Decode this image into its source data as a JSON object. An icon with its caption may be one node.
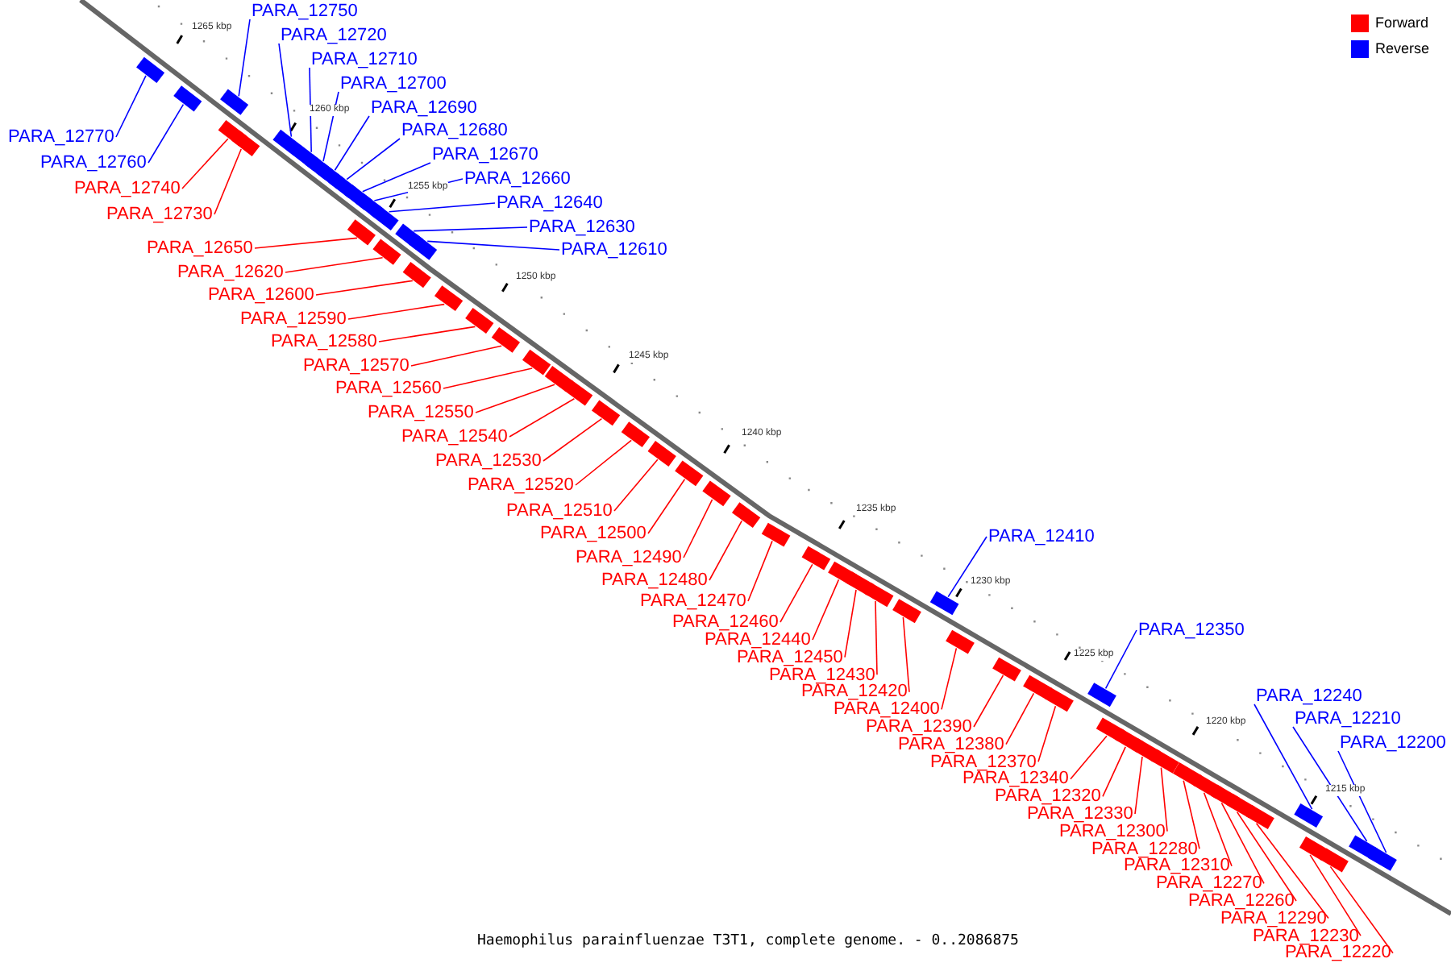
{
  "diagram": {
    "caption": "Haemophilus parainfluenzae T3T1, complete genome. - 0..2086875",
    "nodes": [
      {
        "text": [
          "PARA_12750"
        ]
      },
      {
        "text": [
          "PARA_12720"
        ]
      },
      {
        "text": [
          "PARA_12710"
        ]
      },
      {
        "text": [
          "PARA_12700"
        ]
      },
      {
        "text": [
          "PARA_12690"
        ]
      },
      {
        "text": [
          "PARA_12680"
        ]
      },
      {
        "text": [
          "PARA_12770"
        ]
      },
      {
        "text": [
          "PARA_12670"
        ]
      },
      {
        "text": [
          "PARA_12760"
        ]
      },
      {
        "text": [
          "PARA_12660"
        ]
      },
      {
        "text": [
          "PARA_12740"
        ]
      },
      {
        "text": [
          "PARA_12640"
        ]
      },
      {
        "text": [
          "PARA_12730"
        ]
      },
      {
        "text": [
          "PARA_12630"
        ]
      },
      {
        "text": [
          "PARA_12650"
        ]
      },
      {
        "text": [
          "PARA_12610"
        ]
      },
      {
        "text": [
          "PARA_12620"
        ]
      },
      {
        "text": [
          "PARA_12600"
        ]
      },
      {
        "text": [
          "PARA_12590"
        ]
      },
      {
        "text": [
          "PARA_12580"
        ]
      },
      {
        "text": [
          "PARA_12570"
        ]
      },
      {
        "text": [
          "PARA_12560"
        ]
      },
      {
        "text": [
          "PARA_12550"
        ]
      },
      {
        "text": [
          "PARA_12540"
        ]
      },
      {
        "text": [
          "PARA_12530"
        ]
      },
      {
        "text": [
          "PARA_12520"
        ]
      },
      {
        "text": [
          "PARA_12510"
        ]
      },
      {
        "text": [
          "PARA_12500"
        ]
      },
      {
        "text": [
          "PARA_12410"
        ]
      },
      {
        "text": [
          "PARA_12490"
        ]
      },
      {
        "text": [
          "PARA_12480"
        ]
      },
      {
        "text": [
          "PARA_12470"
        ]
      },
      {
        "text": [
          "PARA_12460"
        ]
      },
      {
        "text": [
          "PARA_12350"
        ]
      },
      {
        "text": [
          "PARA_12440"
        ]
      },
      {
        "text": [
          "PARA_12450"
        ]
      },
      {
        "text": [
          "PARA_12420"
        ]
      },
      {
        "text": [
          "PARA_12240"
        ]
      },
      {
        "text": [
          "PARA_12430"
        ]
      },
      {
        "text": [
          "PARA_12210"
        ]
      },
      {
        "text": [
          "PARA_12400"
        ]
      },
      {
        "text": [
          "PARA_12390"
        ]
      },
      {
        "text": [
          "PARA_12200"
        ]
      },
      {
        "text": [
          "PARA_12380"
        ]
      },
      {
        "text": [
          "PARA_12370"
        ]
      },
      {
        "text": [
          "PARA_12340"
        ]
      },
      {
        "text": [
          "PARA_12320"
        ]
      },
      {
        "text": [
          "PARA_12300"
        ]
      },
      {
        "text": [
          "PARA_12330"
        ]
      },
      {
        "text": [
          "PARA_12280"
        ]
      },
      {
        "text": [
          "PARA_12310"
        ]
      },
      {
        "text": [
          "PARA_12260"
        ]
      },
      {
        "text": [
          "PARA_12230"
        ]
      },
      {
        "text": [
          "PARA_12270"
        ]
      },
      {
        "text": [
          "PARA_12220"
        ]
      },
      {
        "text": [
          "PARA_12290"
        ]
      },
      {
        "text": [],
        "shape": "box"
      },
      {
        "text": [],
        "shape": "box"
      },
      {
        "text": [],
        "shape": "box"
      },
      {
        "text": [],
        "shape": "box"
      },
      {
        "text": [],
        "shape": "box"
      },
      {
        "text": [],
        "shape": "box"
      },
      {
        "text": [],
        "shape": "box"
      },
      {
        "text": [],
        "shape": "box"
      },
      {
        "text": [],
        "shape": "box"
      },
      {
        "text": [],
        "shape": "box"
      },
      {
        "text": [],
        "shape": "box"
      },
      {
        "text": [],
        "shape": "box"
      },
      {
        "text": [],
        "shape": "box"
      },
      {
        "text": [],
        "shape": "box"
      },
      {
        "text": [],
        "shape": "box"
      },
      {
        "text": [],
        "shape": "box"
      },
      {
        "text": [],
        "shape": "box"
      },
      {
        "text": [],
        "shape": "box"
      },
      {
        "text": [],
        "shape": "box"
      },
      {
        "text": [],
        "shape": "box"
      },
      {
        "text": [],
        "shape": "box"
      },
      {
        "text": [],
        "shape": "box"
      },
      {
        "text": [],
        "shape": "box"
      },
      {
        "text": [],
        "shape": "box"
      },
      {
        "text": [],
        "shape": "box"
      },
      {
        "text": [],
        "shape": "box"
      },
      {
        "text": [],
        "shape": "box"
      },
      {
        "text": [],
        "shape": "box"
      },
      {
        "text": [],
        "shape": "box"
      },
      {
        "text": [],
        "shape": "box"
      },
      {
        "text": [],
        "shape": "box"
      },
      {
        "text": [],
        "shape": "box"
      },
      {
        "text": [],
        "shape": "box"
      },
      {
        "text": [],
        "shape": "box"
      },
      {
        "text": [],
        "shape": "box"
      },
      {
        "text": [],
        "shape": "box"
      },
      {
        "text": [],
        "shape": "box"
      },
      {
        "text": [],
        "shape": "box"
      },
      {
        "text": [],
        "shape": "box"
      },
      {
        "text": [],
        "shape": "box"
      },
      {
        "text": [],
        "shape": "box"
      },
      {
        "text": [],
        "shape": "box"
      },
      {
        "text": [],
        "shape": "box"
      },
      {
        "text": [],
        "shape": "box"
      },
      {
        "text": [],
        "shape": "box"
      },
      {
        "text": [],
        "shape": "box"
      },
      {
        "text": [],
        "shape": "box"
      },
      {
        "text": [],
        "shape": "box"
      },
      {
        "text": [],
        "shape": "box"
      },
      {
        "text": [],
        "shape": "box"
      },
      {
        "text": [],
        "shape": "box"
      },
      {
        "text": [],
        "shape": "box"
      },
      {
        "text": [],
        "shape": "box"
      },
      {
        "text": [],
        "shape": "box"
      },
      {
        "text": [],
        "shape": "box"
      },
      {
        "text": [],
        "shape": "box"
      }
    ],
    "edges": [
      {
        "from": 0,
        "to": 56,
        "arrow": "none",
        "color": "#0000ff"
      },
      {
        "from": 1,
        "to": 57,
        "arrow": "none",
        "color": "#0000ff"
      },
      {
        "from": 2,
        "to": 58,
        "arrow": "none",
        "color": "#0000ff"
      },
      {
        "from": 3,
        "to": 59,
        "arrow": "none",
        "color": "#0000ff"
      },
      {
        "from": 4,
        "to": 60,
        "arrow": "none",
        "color": "#0000ff"
      },
      {
        "from": 5,
        "to": 61,
        "arrow": "none",
        "color": "#0000ff"
      },
      {
        "from": 6,
        "to": 62,
        "arrow": "none",
        "color": "#0000ff"
      },
      {
        "from": 7,
        "to": 63,
        "arrow": "none",
        "color": "#0000ff"
      },
      {
        "from": 8,
        "to": 64,
        "arrow": "none",
        "color": "#0000ff"
      },
      {
        "from": 9,
        "to": 65,
        "arrow": "none",
        "color": "#0000ff"
      },
      {
        "from": 10,
        "to": 66,
        "arrow": "none"
      },
      {
        "from": 11,
        "to": 67,
        "arrow": "none",
        "color": "#0000ff"
      },
      {
        "from": 12,
        "to": 68,
        "arrow": "none"
      },
      {
        "from": 13,
        "to": 69,
        "arrow": "none",
        "color": "#0000ff"
      },
      {
        "from": 14,
        "to": 70,
        "arrow": "none"
      },
      {
        "from": 15,
        "to": 71,
        "arrow": "none",
        "color": "#0000ff"
      },
      {
        "from": 16,
        "to": 72,
        "arrow": "none"
      },
      {
        "from": 17,
        "to": 73,
        "arrow": "none"
      },
      {
        "from": 18,
        "to": 74,
        "arrow": "none"
      },
      {
        "from": 19,
        "to": 75,
        "arrow": "none"
      },
      {
        "from": 20,
        "to": 76,
        "arrow": "none"
      },
      {
        "from": 21,
        "to": 77,
        "arrow": "none"
      },
      {
        "from": 22,
        "to": 78,
        "arrow": "none"
      },
      {
        "from": 23,
        "to": 79,
        "arrow": "none"
      },
      {
        "from": 24,
        "to": 80,
        "arrow": "none"
      },
      {
        "from": 25,
        "to": 81,
        "arrow": "none"
      },
      {
        "from": 26,
        "to": 82,
        "arrow": "none"
      },
      {
        "from": 27,
        "to": 83,
        "arrow": "none"
      },
      {
        "from": 28,
        "to": 84,
        "arrow": "none",
        "color": "#0000ff"
      },
      {
        "from": 29,
        "to": 85,
        "arrow": "none"
      },
      {
        "from": 30,
        "to": 86,
        "arrow": "none"
      },
      {
        "from": 31,
        "to": 87,
        "arrow": "none"
      },
      {
        "from": 32,
        "to": 88,
        "arrow": "none"
      },
      {
        "from": 33,
        "to": 89,
        "arrow": "none",
        "color": "#0000ff"
      },
      {
        "from": 34,
        "to": 90,
        "arrow": "none"
      },
      {
        "from": 35,
        "to": 91,
        "arrow": "none"
      },
      {
        "from": 36,
        "to": 92,
        "arrow": "none"
      },
      {
        "from": 37,
        "to": 93,
        "arrow": "none",
        "color": "#0000ff"
      },
      {
        "from": 38,
        "to": 94,
        "arrow": "none"
      },
      {
        "from": 39,
        "to": 95,
        "arrow": "none",
        "color": "#0000ff"
      },
      {
        "from": 40,
        "to": 96,
        "arrow": "none"
      },
      {
        "from": 41,
        "to": 97,
        "arrow": "none"
      },
      {
        "from": 42,
        "to": 98,
        "arrow": "none",
        "color": "#0000ff"
      },
      {
        "from": 43,
        "to": 99,
        "arrow": "none"
      },
      {
        "from": 44,
        "to": 100,
        "arrow": "none"
      },
      {
        "from": 45,
        "to": 101,
        "arrow": "none"
      },
      {
        "from": 46,
        "to": 102,
        "arrow": "none"
      },
      {
        "from": 47,
        "to": 103,
        "arrow": "none"
      },
      {
        "from": 48,
        "to": 104,
        "arrow": "none"
      },
      {
        "from": 49,
        "to": 105,
        "arrow": "none"
      },
      {
        "from": 50,
        "to": 106,
        "arrow": "none"
      },
      {
        "from": 51,
        "to": 107,
        "arrow": "none"
      },
      {
        "from": 52,
        "to": 108,
        "arrow": "none"
      },
      {
        "from": 53,
        "to": 109,
        "arrow": "none"
      },
      {
        "from": 54,
        "to": 110,
        "arrow": "none"
      },
      {
        "from": 55,
        "to": 111,
        "arrow": "none"
      }
    ],
    "labels": [
      "1265 kbp",
      "1260 kbp",
      "1255 kbp",
      "1250 kbp",
      "1245 kbp",
      "1240 kbp",
      "1235 kbp",
      "1230 kbp",
      "1225 kbp",
      "1220 kbp",
      "1215 kbp"
    ],
    "legend": [
      {
        "text": "Forward",
        "color": "#ff0000"
      },
      {
        "text": "Reverse",
        "color": "#0000ff"
      }
    ]
  }
}
